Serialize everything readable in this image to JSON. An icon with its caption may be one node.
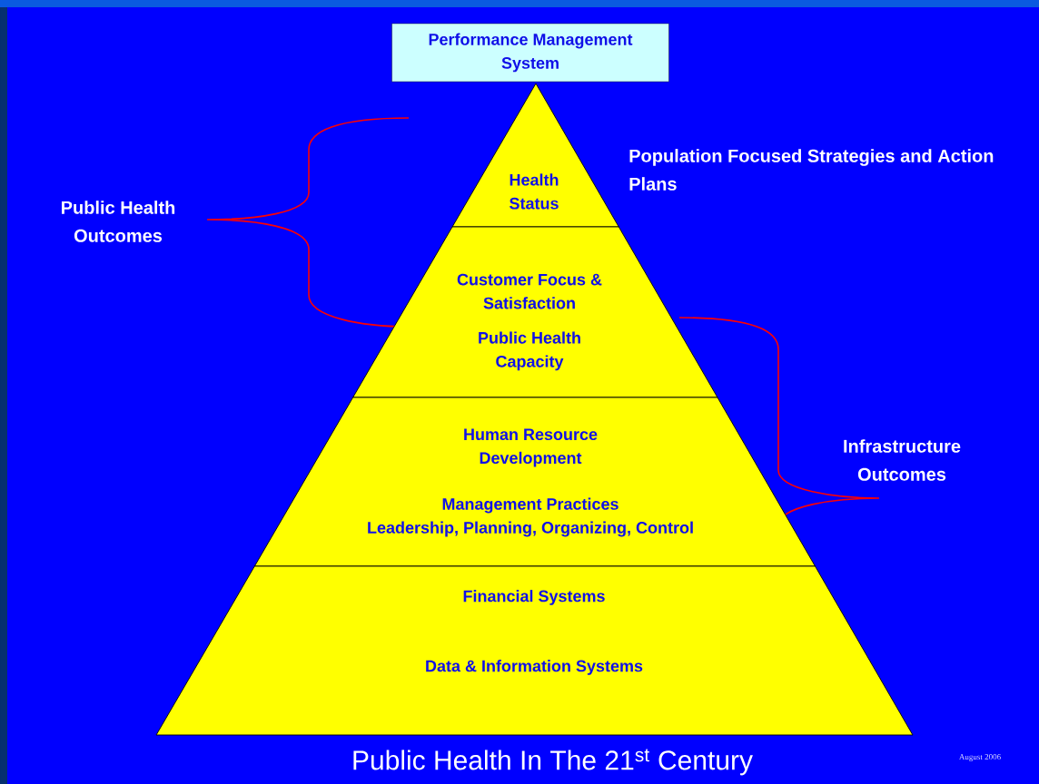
{
  "diagram": {
    "title": "Public Health In The 21$^{st}$ Century",
    "nodes": [
      {
        "text": [
          "Performance Management System"
        ]
      },
      {
        "text": [
          "Health Status"
        ]
      },
      {
        "text": [
          "Customer Focus & Satisfaction",
          "Public Health Capacity"
        ]
      },
      {
        "text": [
          "Human Resource Development",
          "Management Practices",
          "Leadership, Planning, Organizing, Control"
        ]
      },
      {
        "text": [
          "Financial Systems",
          "Data & Information Systems"
        ]
      }
    ],
    "labels": [
      "Population Focused Strategies and Action Plans",
      "Public Health Outcomes",
      "Infrastructure Outcomes",
      "August 2006"
    ]
  }
}
